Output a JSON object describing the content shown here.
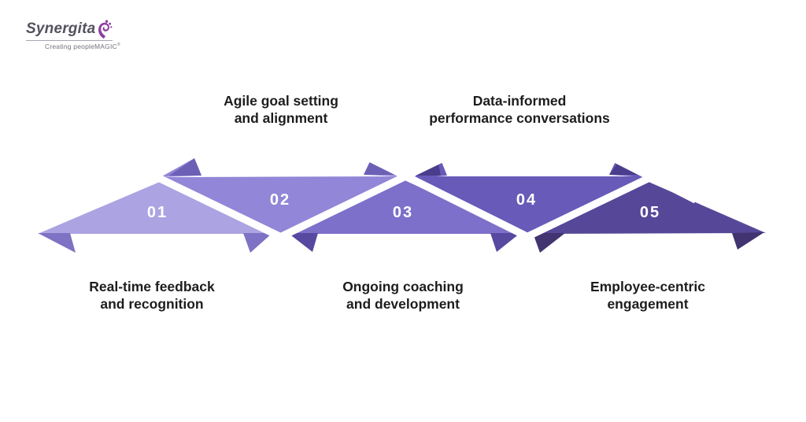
{
  "logo": {
    "name": "Synergita",
    "tagline": "Creating peopleMAGIC",
    "trademark_symbol": "®",
    "name_color": "#53525e",
    "icon": "swirl-flame-icon",
    "icon_color": "#8b3fa0"
  },
  "diagram": {
    "type": "zigzag-arrow-process",
    "background": "#ffffff",
    "gap_color": "#ffffff",
    "label_color": "#1d1d1d",
    "number_color": "#ffffff",
    "steps": [
      {
        "number": "01",
        "label_line1": "Real-time feedback",
        "label_line2": "and recognition",
        "label_position": "bottom",
        "color": "#aba3e2",
        "shade": "#7e72c4"
      },
      {
        "number": "02",
        "label_line1": "Agile goal setting",
        "label_line2": "and alignment",
        "label_position": "top",
        "color": "#9186d7",
        "shade": "#6c60b6"
      },
      {
        "number": "03",
        "label_line1": "Ongoing coaching",
        "label_line2": "and development",
        "label_position": "bottom",
        "color": "#7d70ca",
        "shade": "#57499f"
      },
      {
        "number": "04",
        "label_line1": "Data-informed",
        "label_line2": "performance conversations",
        "label_position": "top",
        "color": "#685ab9",
        "shade": "#4b3d8d"
      },
      {
        "number": "05",
        "label_line1": "Employee-centric",
        "label_line2": "engagement",
        "label_position": "bottom",
        "color": "#564798",
        "shade": "#413470"
      }
    ]
  }
}
